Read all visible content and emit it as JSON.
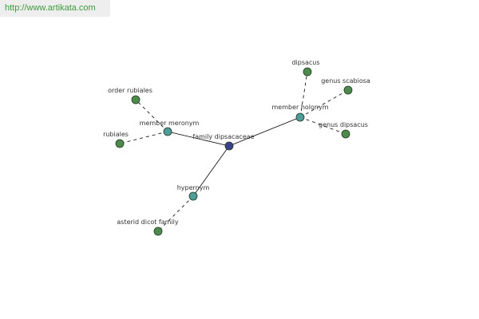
{
  "header": {
    "site_url": "http://www.artikata.com"
  },
  "colors": {
    "leaf": "#4e8a4e",
    "relation": "#4f9a9a",
    "root": "#3a3f8f",
    "edge": "#000000",
    "banner_text": "#3f9b3f"
  },
  "graph": {
    "nodes": [
      {
        "id": "family",
        "label": "family dipsacaceae",
        "kind": "root"
      },
      {
        "id": "member_meronym",
        "label": "member meronym",
        "kind": "relation"
      },
      {
        "id": "member_holonym",
        "label": "member holonym",
        "kind": "relation"
      },
      {
        "id": "hypernym",
        "label": "hypernym",
        "kind": "relation"
      },
      {
        "id": "order_rubiales",
        "label": "order rubiales",
        "kind": "leaf"
      },
      {
        "id": "rubiales",
        "label": "rubiales",
        "kind": "leaf"
      },
      {
        "id": "dipsacus",
        "label": "dipsacus",
        "kind": "leaf"
      },
      {
        "id": "genus_scabiosa",
        "label": "genus scabiosa",
        "kind": "leaf"
      },
      {
        "id": "genus_dipsacus",
        "label": "genus dipsacus",
        "kind": "leaf"
      },
      {
        "id": "asterid_dicot_family",
        "label": "asterid dicot family",
        "kind": "leaf"
      }
    ],
    "edges": [
      {
        "from": "family",
        "to": "member_meronym",
        "style": "solid"
      },
      {
        "from": "family",
        "to": "member_holonym",
        "style": "solid"
      },
      {
        "from": "family",
        "to": "hypernym",
        "style": "solid"
      },
      {
        "from": "member_meronym",
        "to": "order_rubiales",
        "style": "dashed"
      },
      {
        "from": "member_meronym",
        "to": "rubiales",
        "style": "dashed"
      },
      {
        "from": "member_holonym",
        "to": "dipsacus",
        "style": "dashed"
      },
      {
        "from": "member_holonym",
        "to": "genus_scabiosa",
        "style": "dashed"
      },
      {
        "from": "member_holonym",
        "to": "genus_dipsacus",
        "style": "dashed"
      },
      {
        "from": "hypernym",
        "to": "asterid_dicot_family",
        "style": "dashed"
      }
    ]
  }
}
